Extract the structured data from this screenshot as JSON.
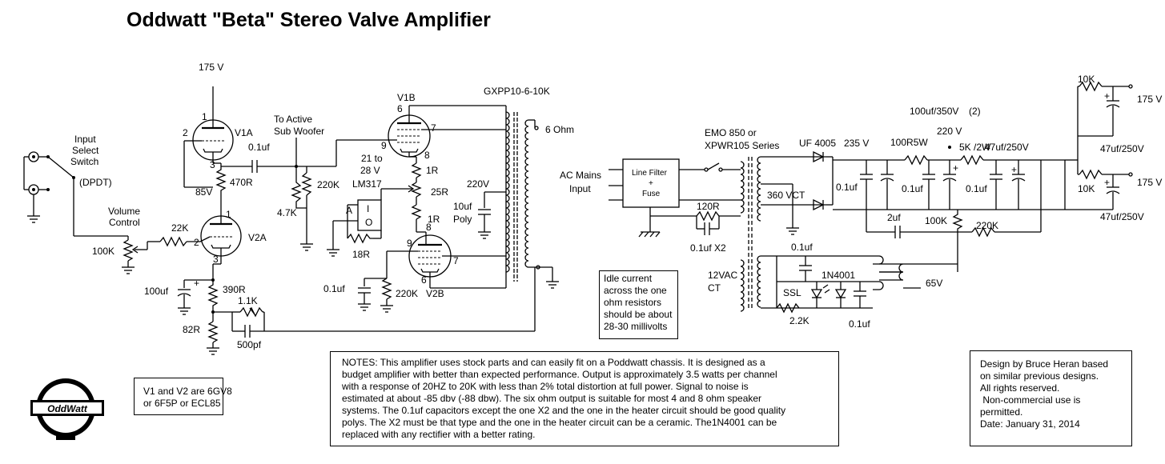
{
  "title": "Oddwatt \"Beta\" Stereo Valve Amplifier",
  "labels": {
    "b_plus_top": "175 V",
    "input_select_1": "Input",
    "input_select_2": "Select",
    "input_select_3": "Switch",
    "dpdt": "(DPDT)",
    "volume_1": "Volume",
    "volume_2": "Control",
    "pot_100k": "100K",
    "r_22k": "22K",
    "v1a": "V1A",
    "v2a": "V2A",
    "v1b": "V1B",
    "v2b": "V2B",
    "v85": "85V",
    "r_470r": "470R",
    "c_01uf_coupling": "0.1uf",
    "to_active_1": "To Active",
    "to_active_2": "Sub Woofer",
    "r_220k_grid": "220K",
    "r_47k": "4.7K",
    "v21to": "21 to",
    "v28": "28 V",
    "lm317": "LM317",
    "r_1r_top": "1R",
    "r_25r": "25R",
    "r_1r_bot": "1R",
    "adj_a": "A",
    "adj_i": "I",
    "adj_o": "O",
    "r_18r": "18R",
    "v220": "220V",
    "c_10uf_1": "10uf",
    "c_10uf_2": "Poly",
    "xfmr_out": "GXPP10-6-10K",
    "ohm6": "6 Ohm",
    "c_100uf": "100uf",
    "r_390r": "390R",
    "r_11k": "1.1K",
    "r_82r": "82R",
    "c_500pf": "500pf",
    "c_01uf_v2b": "0.1uf",
    "r_220k_v2b": "220K",
    "ac_mains_1": "AC Mains",
    "ac_mains_2": "Input",
    "line_filter_1": "Line Filter",
    "line_filter_2": "+",
    "line_filter_3": "Fuse",
    "emo_1": "EMO 850 or",
    "emo_2": "XPWR105 Series",
    "vct360": "360 VCT",
    "uf4005": "UF 4005",
    "v235": "235 V",
    "r_100r5w": "100R5W",
    "c_100uf350": "100uf/350V",
    "c_100uf350_qty": "(2)",
    "v220_ps": "220 V",
    "r_5k2w": "5K /2W",
    "c_47uf_mid": "47uf/250V",
    "c_01uf_ps1": "0.1uf",
    "c_01uf_ps2": "0.1uf",
    "c_01uf_ps3": "0.1uf",
    "c_2uf": "2uf",
    "r_100k_ps": "100K",
    "r_220k_ps": "220K",
    "r_120r": "120R",
    "c_01uf_x2": "0.1uf X2",
    "r_10k_top": "10K",
    "r_10k_bot": "10K",
    "v175_out1": "175 V",
    "v175_out2": "175 V",
    "c_47uf_out1": "47uf/250V",
    "c_47uf_out2": "47uf/250V",
    "vac12_1": "12VAC",
    "vac12_2": "CT",
    "c_01uf_heater1": "0.1uf",
    "c_01uf_heater2": "0.1uf",
    "d_1n4001": "1N4001",
    "ssl": "SSL",
    "r_22k_heater": "2.2K",
    "v65": "65V"
  },
  "pins": {
    "p1a": "1",
    "p2a": "2",
    "p3a": "3",
    "p1b": "1",
    "p2b": "2",
    "p3b": "3",
    "p6v1b": "6",
    "p7v1b": "7",
    "p8v1b": "8",
    "p9v1b": "9",
    "p9v2b": "9",
    "p8v2b": "8",
    "p7v2b": "7",
    "p6v2b": "6"
  },
  "idle_box": [
    "Idle current",
    "across the one",
    "ohm resistors",
    "should be about",
    "28-30 millivolts"
  ],
  "tubes_box": [
    "V1 and V2 are 6GV8",
    "or 6F5P or ECL85"
  ],
  "notes": [
    "NOTES:  This amplifier uses stock parts and can easily fit on a Poddwatt chassis.  It is designed as a",
    "budget amplifier with better than expected performance.  Output is approximately 3.5 watts per channel",
    "with a response of 20HZ to 20K with less than 2% total distortion at full power.  Signal to noise is",
    "estimated at about -85 dbv (-88 dbw).  The six ohm output is suitable for most 4 and 8 ohm speaker",
    "systems.  The 0.1uf capacitors except the one X2 and the one in the heater circuit should be good quality",
    "polys.  The X2 must be that type and the one in the heater circuit can be a ceramic.  The1N4001 can be",
    "replaced with any rectifier with a better rating."
  ],
  "design_box": [
    "Design by Bruce Heran based",
    "on similar previous designs.",
    "All rights reserved.",
    " Non-commercial use is",
    "permitted.",
    "Date:  January 31, 2014"
  ],
  "logo_text": "OddWatt"
}
